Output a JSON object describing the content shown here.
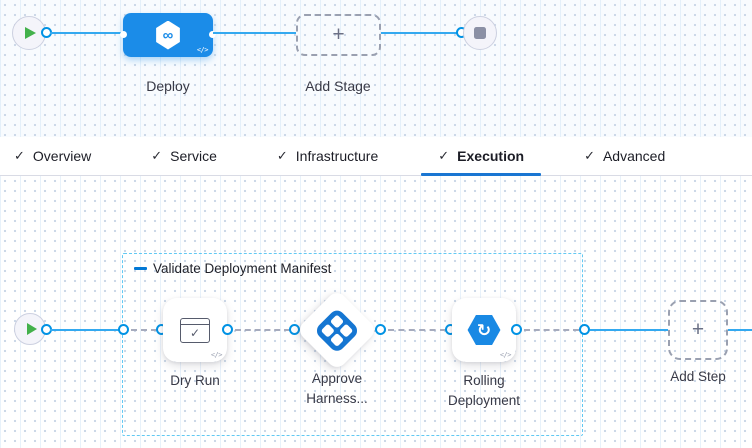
{
  "icons": {
    "check": "✓",
    "plus": "+",
    "code": "</>",
    "infinity": "∞",
    "rolling_arrow": "↻"
  },
  "stage_pipeline": {
    "stages": [
      {
        "name": "Deploy"
      }
    ],
    "add_stage_label": "Add Stage"
  },
  "tabs": [
    {
      "label": "Overview",
      "checked": true,
      "active": false
    },
    {
      "label": "Service",
      "checked": true,
      "active": false
    },
    {
      "label": "Infrastructure",
      "checked": true,
      "active": false
    },
    {
      "label": "Execution",
      "checked": true,
      "active": true
    },
    {
      "label": "Advanced",
      "checked": true,
      "active": false
    }
  ],
  "execution": {
    "group_label": "Validate Deployment Manifest",
    "steps": [
      {
        "name": "Dry Run"
      },
      {
        "name": "Approve Harness..."
      },
      {
        "name": "Rolling Deployment"
      }
    ],
    "add_step_label": "Add Step"
  },
  "colors": {
    "stage_node_blue": "#1b8ce8",
    "edge_blue": "#33a9f0",
    "port_ring_blue": "#0092e4",
    "active_tab_underline": "#1a76d2",
    "group_border_cyan": "#62c9f3",
    "approve_icon_blue": "#1576d2"
  }
}
